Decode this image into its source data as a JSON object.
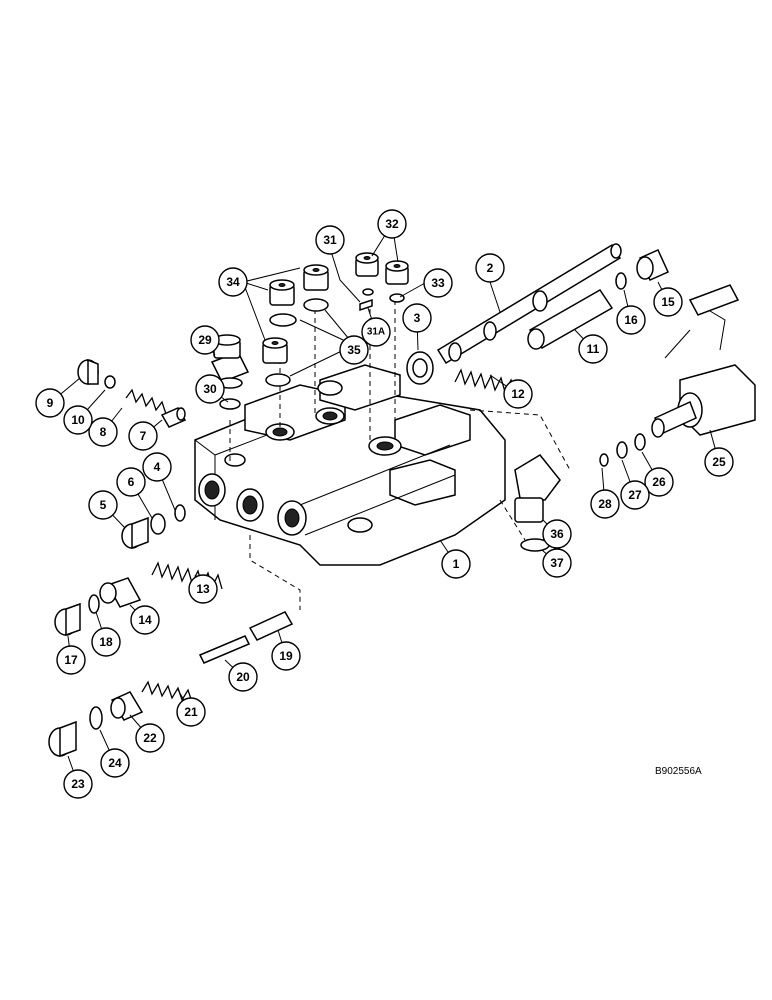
{
  "drawing_ref": "B902556A",
  "callouts": [
    {
      "label": "1"
    },
    {
      "label": "2"
    },
    {
      "label": "3"
    },
    {
      "label": "4"
    },
    {
      "label": "5"
    },
    {
      "label": "6"
    },
    {
      "label": "7"
    },
    {
      "label": "8"
    },
    {
      "label": "9"
    },
    {
      "label": "10"
    },
    {
      "label": "11"
    },
    {
      "label": "12"
    },
    {
      "label": "13"
    },
    {
      "label": "14"
    },
    {
      "label": "15"
    },
    {
      "label": "16"
    },
    {
      "label": "17"
    },
    {
      "label": "18"
    },
    {
      "label": "19"
    },
    {
      "label": "20"
    },
    {
      "label": "21"
    },
    {
      "label": "22"
    },
    {
      "label": "23"
    },
    {
      "label": "24"
    },
    {
      "label": "25"
    },
    {
      "label": "26"
    },
    {
      "label": "27"
    },
    {
      "label": "28"
    },
    {
      "label": "29"
    },
    {
      "label": "30"
    },
    {
      "label": "31"
    },
    {
      "label": "31A"
    },
    {
      "label": "32"
    },
    {
      "label": "33"
    },
    {
      "label": "34"
    },
    {
      "label": "35"
    },
    {
      "label": "36"
    },
    {
      "label": "37"
    }
  ]
}
